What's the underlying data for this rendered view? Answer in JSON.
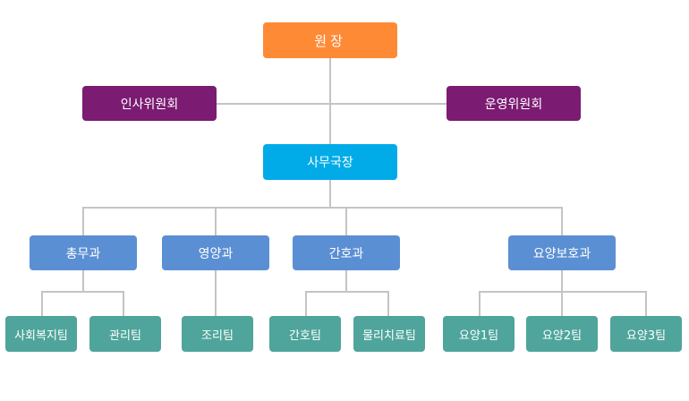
{
  "org": {
    "director": "원장",
    "committees": {
      "left": "인사위원회",
      "right": "운영위원회"
    },
    "office": "사무국장",
    "departments": [
      {
        "label": "총무과",
        "teams": [
          "사회복지팀",
          "관리팀"
        ]
      },
      {
        "label": "영양과",
        "teams": [
          "조리팀"
        ]
      },
      {
        "label": "간호과",
        "teams": [
          "간호팀",
          "물리치료팀"
        ]
      },
      {
        "label": "요양보호과",
        "teams": [
          "요양1팀",
          "요양2팀",
          "요양3팀"
        ]
      }
    ]
  },
  "colors": {
    "director": "#ff8a36",
    "committee": "#7b1b72",
    "office": "#00abe8",
    "department": "#5b8fd3",
    "team": "#4fa59b",
    "connector": "#c4c4c4"
  }
}
